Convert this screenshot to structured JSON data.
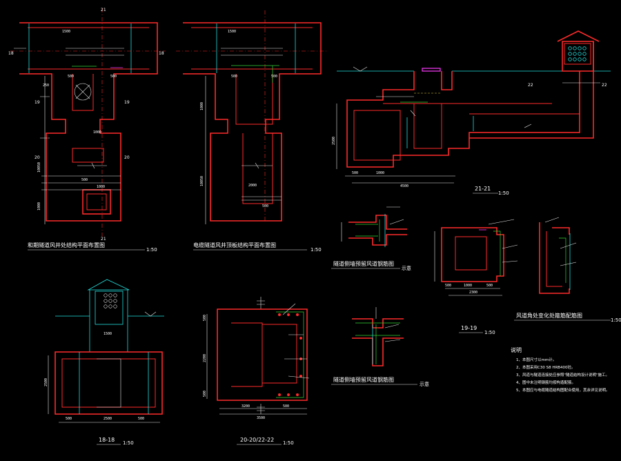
{
  "colors": {
    "background": "#000000",
    "wall": "#ff2a2a",
    "dimension": "#e8e8e8",
    "ground": "#22e0e0",
    "rebar": "#36d636",
    "accent": "#ff38ff"
  },
  "plans": {
    "left": {
      "title": "和期隧道风井处结构平面布置图",
      "scale": "1:50",
      "section_marks": [
        "21",
        "21",
        "18",
        "18",
        "19",
        "19",
        "20",
        "20"
      ],
      "dims": [
        "1500",
        "250",
        "500",
        "1000",
        "1000",
        "500",
        "500",
        "10050",
        "1000"
      ]
    },
    "right": {
      "title": "电缆隧道风井顶板结构平面布置图",
      "scale": "1:50",
      "dims": [
        "1500",
        "500",
        "2000",
        "500",
        "500",
        "10050",
        "1000"
      ]
    }
  },
  "sections": {
    "s21": {
      "title": "21-21",
      "scale": "1:50",
      "marks": [
        "22",
        "22"
      ],
      "dims": [
        "2500",
        "500",
        "1000",
        "4500"
      ]
    },
    "s1818": {
      "title": "18-18",
      "scale": "1:50",
      "dims": [
        "1500",
        "500",
        "2500",
        "500",
        "2500"
      ]
    },
    "s2022": {
      "title": "20-20/22-22",
      "scale": "1:50",
      "dims": [
        "500",
        "2200",
        "500",
        "3200",
        "500",
        "3500"
      ]
    },
    "s1919": {
      "title": "19-19",
      "scale": "1:50",
      "dims": [
        "500",
        "1000",
        "500",
        "2300"
      ]
    }
  },
  "details": {
    "d1": {
      "title": "隧道侧墙预留风道钢筋图",
      "scale": "示意"
    },
    "d2": {
      "title": "隧道侧墙预留风道钢筋图",
      "scale": "示意"
    },
    "d3": {
      "title": "风道角处变化处箍筋配筋图",
      "scale": "1:50"
    }
  },
  "notes": {
    "heading": "说明",
    "items": [
      "1、本图尺寸以mm计。",
      "2、本图采用C30 S8 HRB400砼。",
      "3、风道与隧道连接处应参照\"隧道结构设计说明\"施工。",
      "4、图中未注明钢筋均按构造配筋。",
      "5、本图应与电缆隧道结构图配合使用，其余详见说明。"
    ]
  }
}
